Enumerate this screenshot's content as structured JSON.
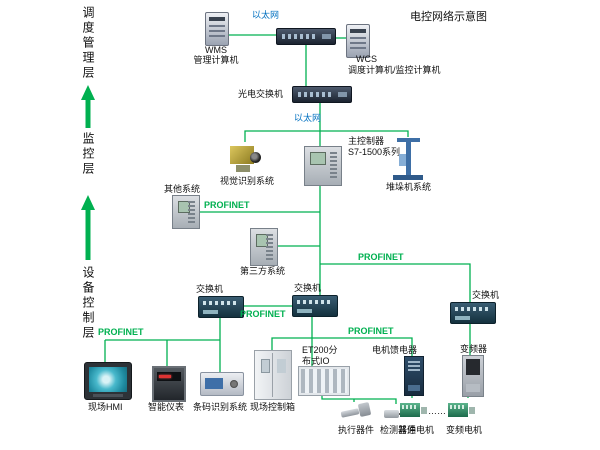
{
  "title": "电控网络示意图",
  "layers": [
    {
      "label": "调度管理层"
    },
    {
      "label": "监控层"
    },
    {
      "label": "设备控制层"
    }
  ],
  "net": {
    "ethernet": "以太网",
    "profinet": "PROFINET"
  },
  "nodes": {
    "wms": {
      "name": "WMS",
      "desc": "管理计算机"
    },
    "wcs": {
      "name": "WCS",
      "desc": "调度计算机/监控计算机"
    },
    "optical_switch": {
      "label": "光电交换机"
    },
    "main_controller": {
      "name": "主控制器",
      "desc": "S7-1500系列"
    },
    "vision_system": {
      "label": "视觉识别系统"
    },
    "stacker_system": {
      "label": "堆垛机系统"
    },
    "other_system": {
      "label": "其他系统"
    },
    "third_party_system": {
      "label": "第三方系统"
    },
    "switch": {
      "label": "交换机"
    },
    "field_hmi": {
      "label": "现场HMI"
    },
    "smart_meter": {
      "label": "智能仪表"
    },
    "barcode_system": {
      "label": "条码识别系统"
    },
    "field_control_box": {
      "label": "现场控制箱"
    },
    "et200": {
      "label_line1": "ET200分",
      "label_line2": "布式IO"
    },
    "actuator": {
      "label": "执行器件"
    },
    "detector": {
      "label": "检测器件"
    },
    "motor_feeder": {
      "label": "电机馈电器"
    },
    "normal_motor": {
      "label": "普通电机"
    },
    "vfd": {
      "label": "变频器"
    },
    "vfd_motor": {
      "label": "变频电机"
    },
    "ellipsis": "……"
  },
  "colors": {
    "connection_green": "#00B050",
    "ethernet_blue": "#0070C0"
  }
}
